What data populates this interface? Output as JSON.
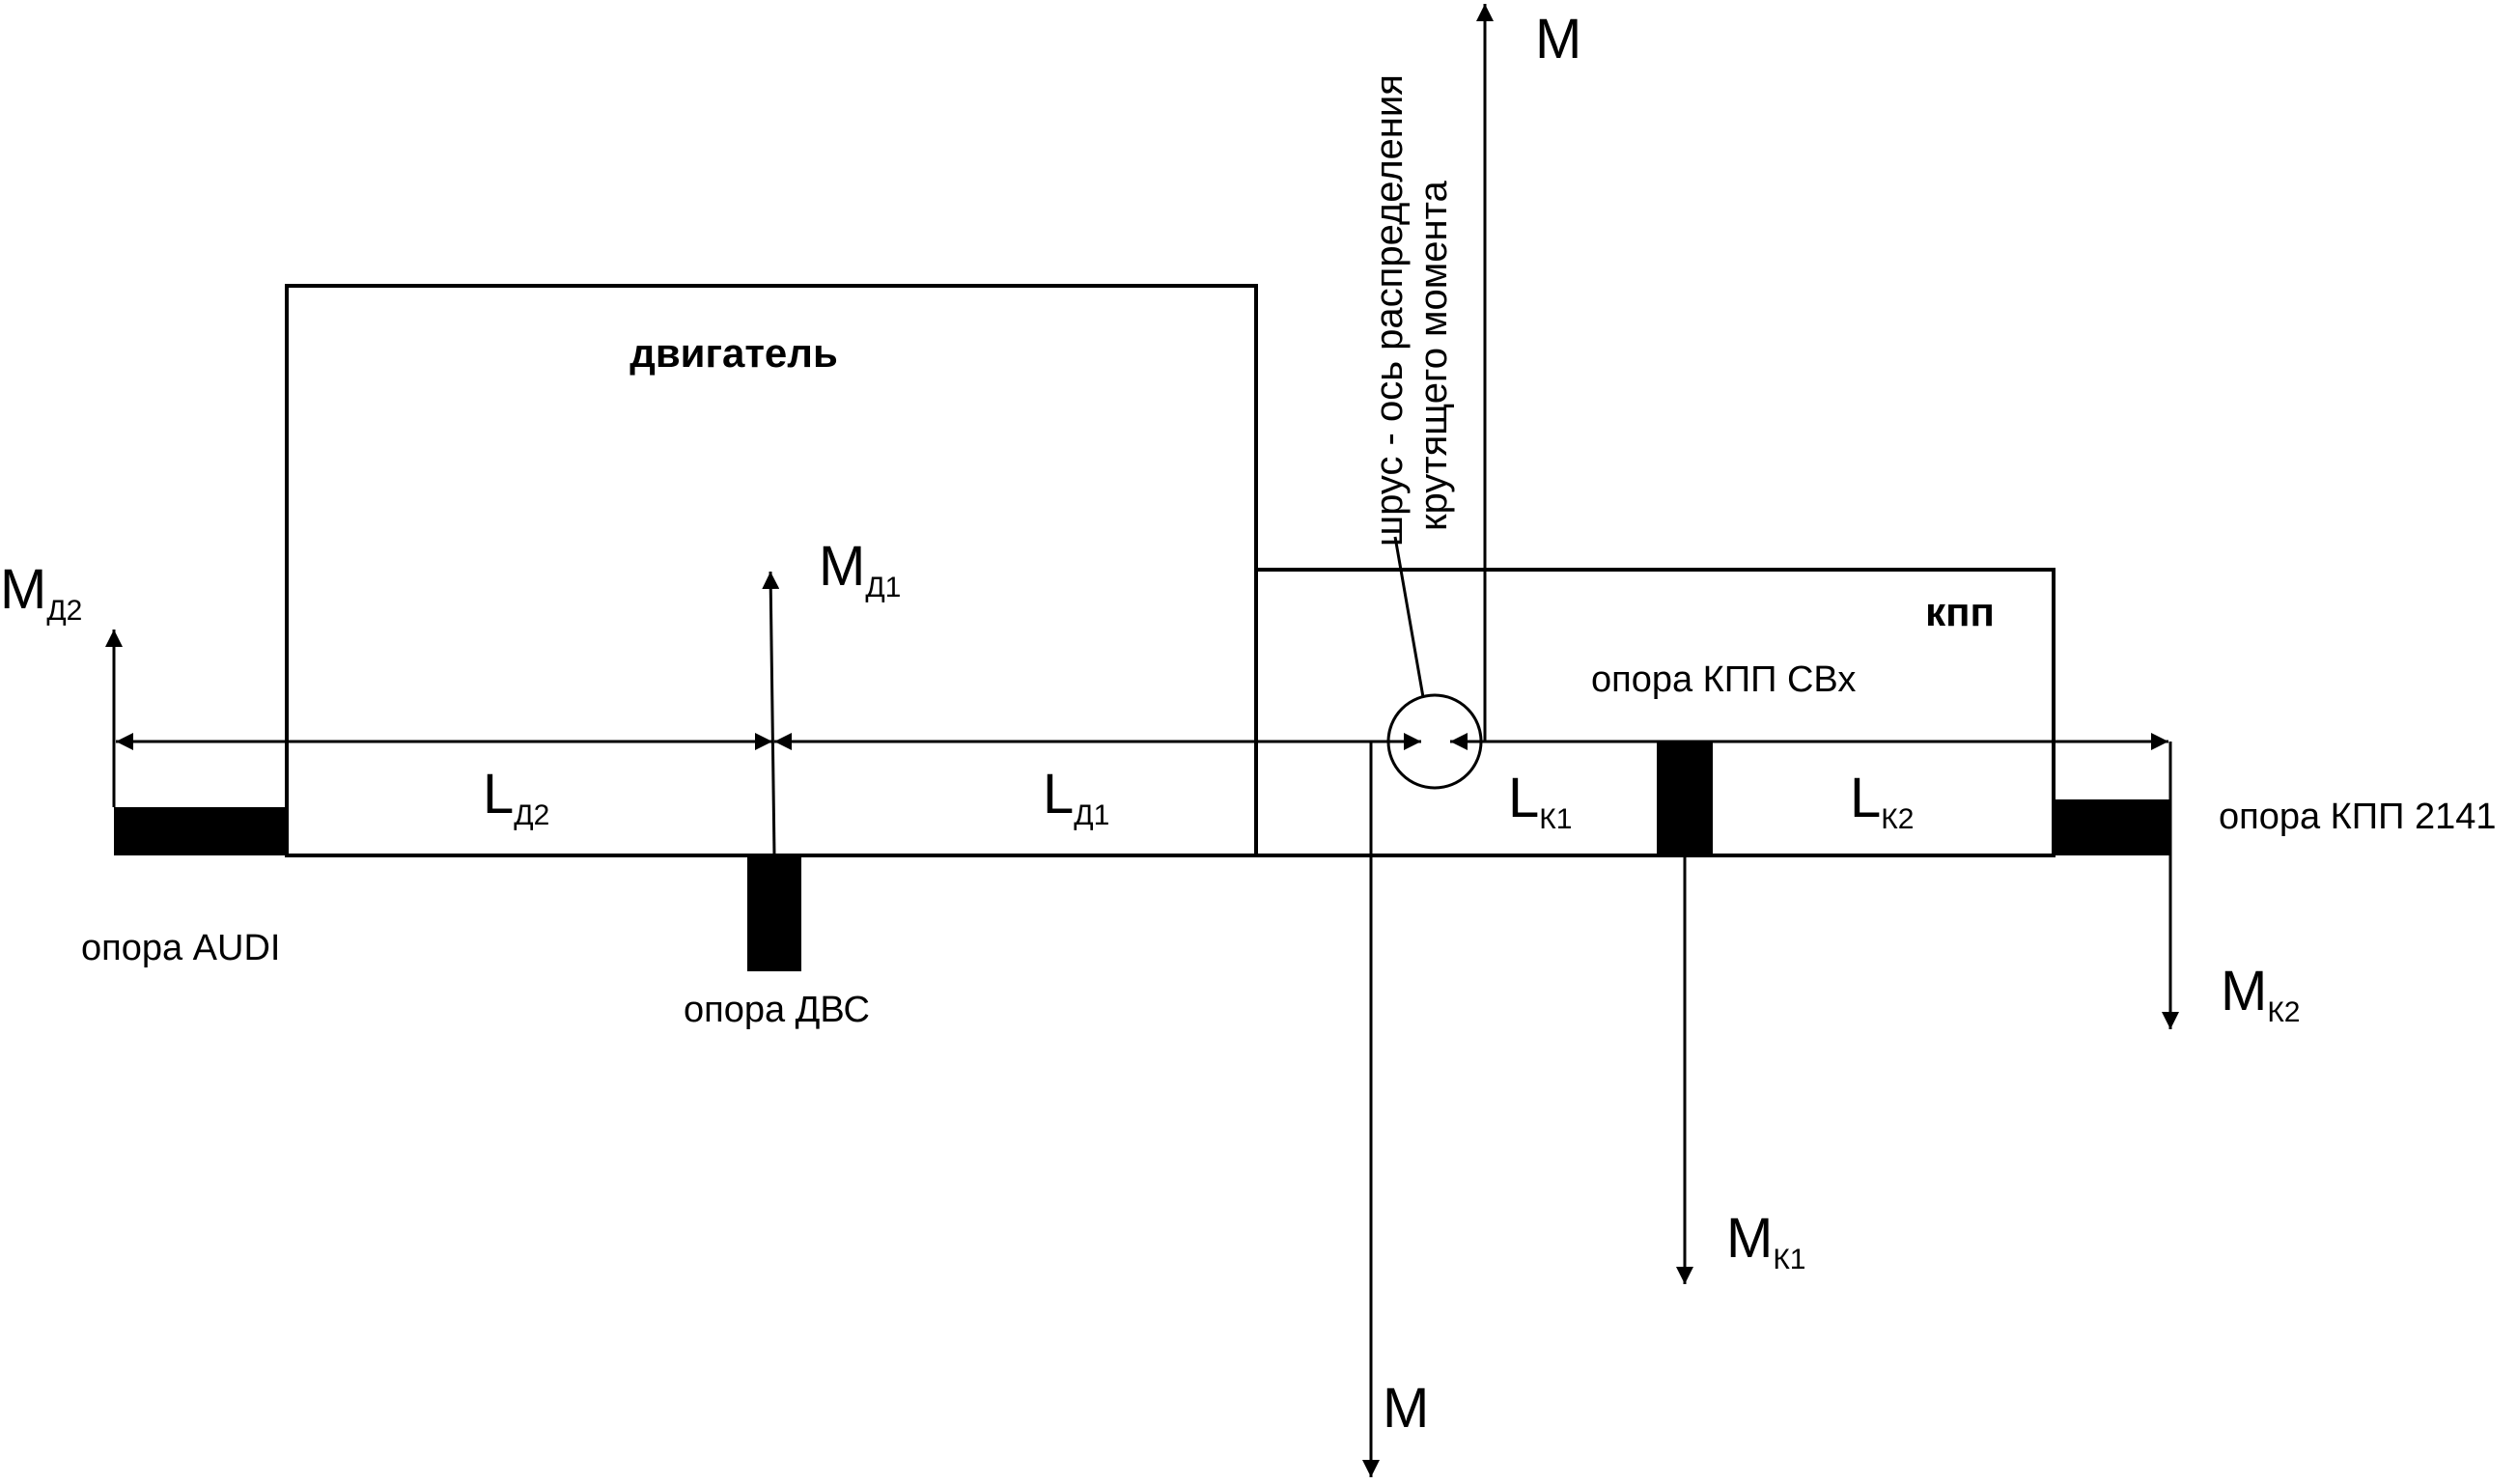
{
  "blocks": {
    "engine": "двигатель",
    "gearbox": "кпп"
  },
  "supports": {
    "audi": "опора AUDI",
    "engine": "опора ДВС",
    "gearbox_svx": "опора КПП СВх",
    "gearbox_2141": "опора КПП 2141"
  },
  "joint_label": {
    "line1": "шрус - ось распределения",
    "line2": "крутящего момента"
  },
  "moments": {
    "m_top": "M",
    "m_bottom": "M",
    "md1": {
      "main": "M",
      "sub": "Д1"
    },
    "md2": {
      "main": "M",
      "sub": "Д2"
    },
    "mk1": {
      "main": "M",
      "sub": "К1"
    },
    "mk2": {
      "main": "M",
      "sub": "К2"
    }
  },
  "lengths": {
    "ld2": {
      "main": "L",
      "sub": "Д2"
    },
    "ld1": {
      "main": "L",
      "sub": "Д1"
    },
    "lk1": {
      "main": "L",
      "sub": "К1"
    },
    "lk2": {
      "main": "L",
      "sub": "К2"
    }
  }
}
